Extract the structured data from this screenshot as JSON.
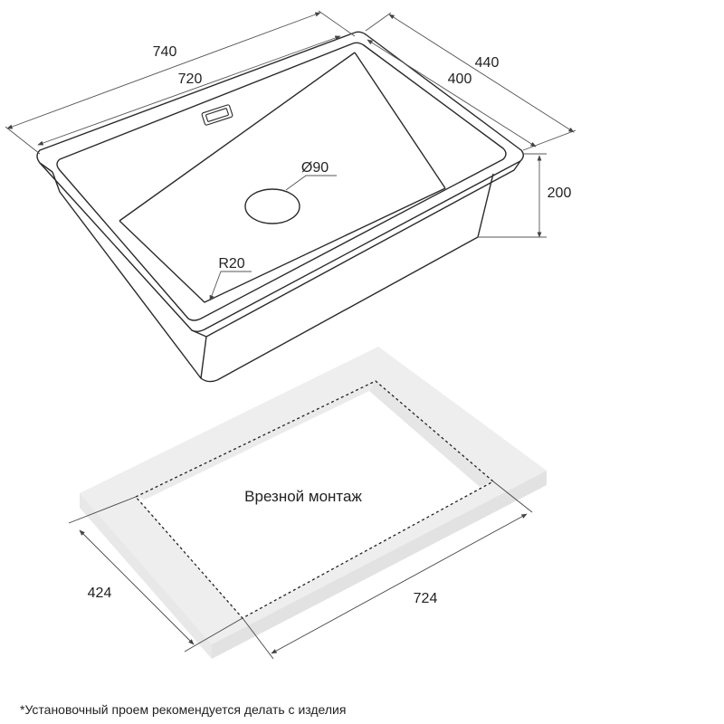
{
  "sink": {
    "outer_length": "740",
    "inner_length": "720",
    "outer_width": "440",
    "inner_width": "400",
    "depth": "200",
    "drain_diameter": "Ø90",
    "corner_radius": "R20"
  },
  "cutout": {
    "label": "Врезной монтаж",
    "width": "424",
    "length": "724"
  },
  "footnote": "*Установочный проем рекомендуется делать с изделия",
  "colors": {
    "line": "#2b2b2b",
    "dim_line": "#555555",
    "counter_fill": "#efefef",
    "counter_edge": "#e6e6e6"
  }
}
